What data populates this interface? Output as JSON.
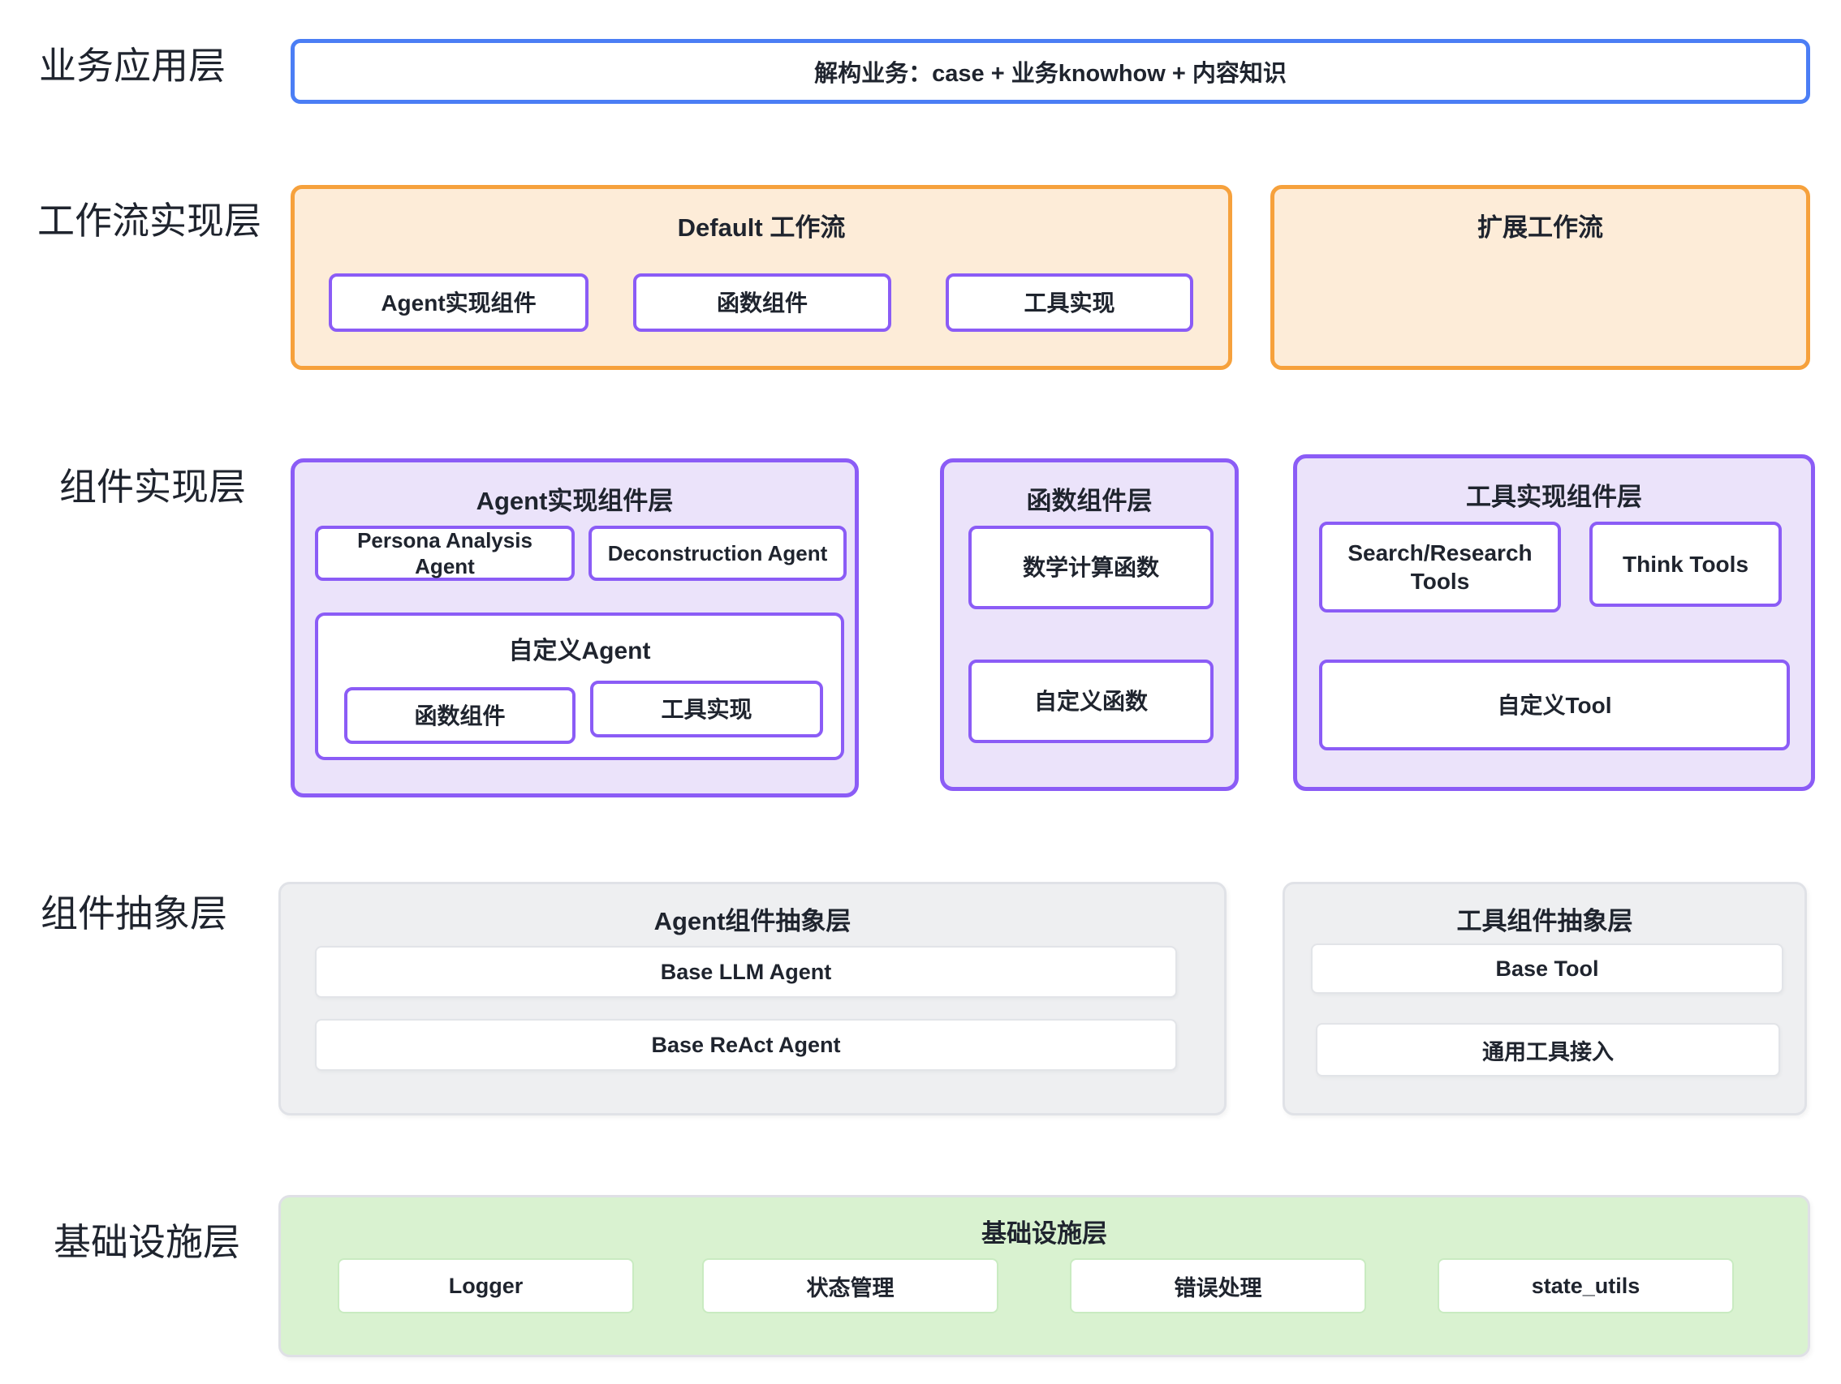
{
  "colors": {
    "accent_blue": "#4b7ef5",
    "accent_orange": "#f6a13c",
    "orange_fill": "#fdecd8",
    "accent_purple": "#8b5cf6",
    "purple_fill": "#ebe3fa",
    "gray_fill": "#eeeff1",
    "gray_border": "#e0e2e7",
    "green_fill": "#d9f2d0",
    "green_chip_border": "#c9ebc1",
    "text_dark": "#1f242e"
  },
  "left_labels": {
    "business": "业务应用层",
    "workflow": "工作流实现层",
    "component_impl": "组件实现层",
    "component_abstract": "组件抽象层",
    "infrastructure": "基础设施层"
  },
  "business_layer": {
    "scope_text": "解构业务：case + 业务knowhow + 内容知识"
  },
  "workflow_layer": {
    "default_workflow": {
      "title": "Default 工作流",
      "agent_component": "Agent实现组件",
      "function_component": "函数组件",
      "tool_component": "工具实现"
    },
    "extended_workflow": {
      "title": "扩展工作流"
    }
  },
  "component_layer": {
    "agent_impl": {
      "title": "Agent实现组件层",
      "persona_agent": "Persona Analysis Agent",
      "deconstruction_agent": "Deconstruction Agent",
      "custom_agent": {
        "title": "自定义Agent",
        "function_component": "函数组件",
        "tool_component": "工具实现"
      }
    },
    "function_impl": {
      "title": "函数组件层",
      "math_function": "数学计算函数",
      "custom_function": "自定义函数"
    },
    "tool_impl": {
      "title": "工具实现组件层",
      "search_tools": "Search/Research Tools",
      "think_tools": "Think Tools",
      "custom_tool": "自定义Tool"
    }
  },
  "abstraction_layer": {
    "agent_abstract": {
      "title": "Agent组件抽象层",
      "base_llm": "Base LLM Agent",
      "base_react": "Base ReAct Agent"
    },
    "tool_abstract": {
      "title": "工具组件抽象层",
      "base_tool": "Base Tool",
      "generic_tool_access": "通用工具接入"
    }
  },
  "infrastructure_layer": {
    "title": "基础设施层",
    "items": [
      {
        "label": "Logger"
      },
      {
        "label": "状态管理"
      },
      {
        "label": "错误处理"
      },
      {
        "label": "state_utils"
      }
    ]
  }
}
